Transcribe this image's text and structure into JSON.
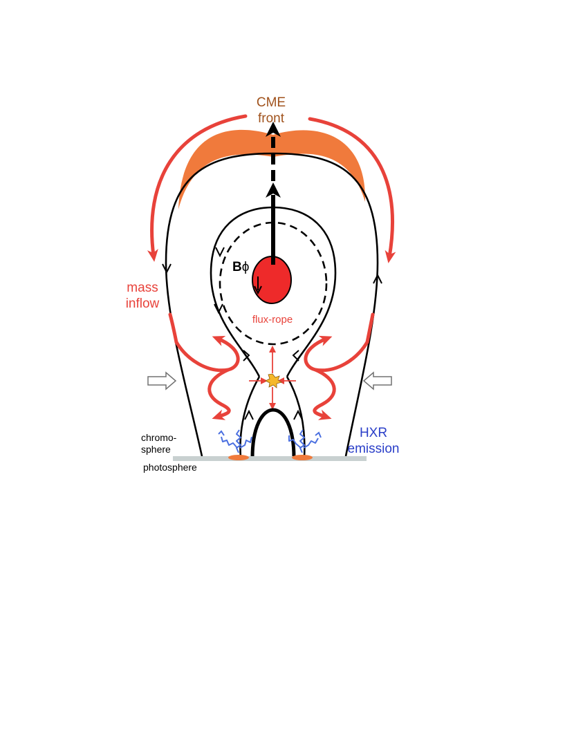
{
  "labels": {
    "cme_line1": "CME",
    "cme_line2": "front",
    "mass_line1": "mass",
    "mass_line2": "inflow",
    "b_main": "B",
    "b_phi": "ϕ",
    "flux_rope": "flux-rope",
    "chromo_line1": "chromo-",
    "chromo_line2": "sphere",
    "photosphere": "photosphere",
    "hxr_line1": "HXR",
    "hxr_line2": "emission"
  },
  "colors": {
    "cme_text": "#a0521c",
    "cme_front_fill": "#f07a3c",
    "mass_inflow": "#e8423a",
    "flux_rope_fill": "#ee2a2a",
    "hxr_text": "#2a3ec8",
    "hxr_waves": "#4a6fe0",
    "footpoints": "#f07a3c",
    "reconnection_spark": "#f5b82a",
    "photosphere_line": "#c8d0d0",
    "field_lines": "#000000"
  }
}
